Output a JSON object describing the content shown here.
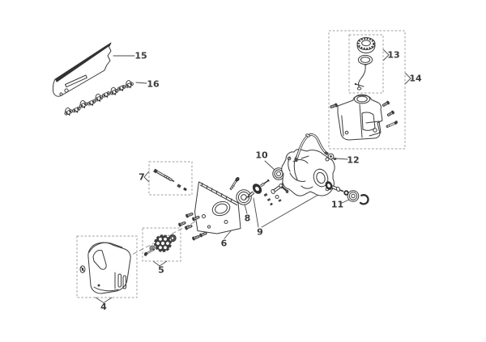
{
  "figure": {
    "kind": "exploded-parts-diagram",
    "background": "#ffffff",
    "line_color": "#3b3b3b",
    "dashed_box_color": "#9c9c9c",
    "label_color": "#3a3a3a"
  },
  "callouts": {
    "c4": "4",
    "c5": "5",
    "c6": "6",
    "c7": "7",
    "c8": "8",
    "c9": "9",
    "c10": "10",
    "c11": "11",
    "c12": "12",
    "c13": "13",
    "c14": "14",
    "c15": "15",
    "c16": "16"
  }
}
